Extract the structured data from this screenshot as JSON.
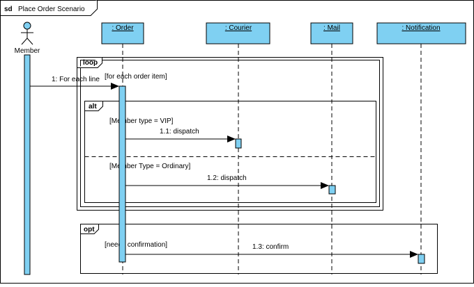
{
  "frame": {
    "keyword": "sd",
    "title": "Place Order Scenario"
  },
  "actor": {
    "name": "Member"
  },
  "lifelines": {
    "order": ": Order",
    "courier": ": Courier",
    "mail": ": Mail",
    "notification": ": Notification"
  },
  "fragments": {
    "loop": {
      "operator": "loop",
      "guard": "[for each order item]"
    },
    "alt": {
      "operator": "alt",
      "guard1": "[Member type = VIP]",
      "guard2": "[Member Type = Ordinary]"
    },
    "opt": {
      "operator": "opt",
      "guard": "[needs confirmation]"
    }
  },
  "messages": {
    "m1": "1: For each line",
    "m1_1": "1.1: dispatch",
    "m1_2": "1.2: dispatch",
    "m1_3": "1.3: confirm"
  },
  "colors": {
    "lifeline_fill": "#7fd0f2",
    "line": "#000000",
    "background": "#ffffff"
  }
}
